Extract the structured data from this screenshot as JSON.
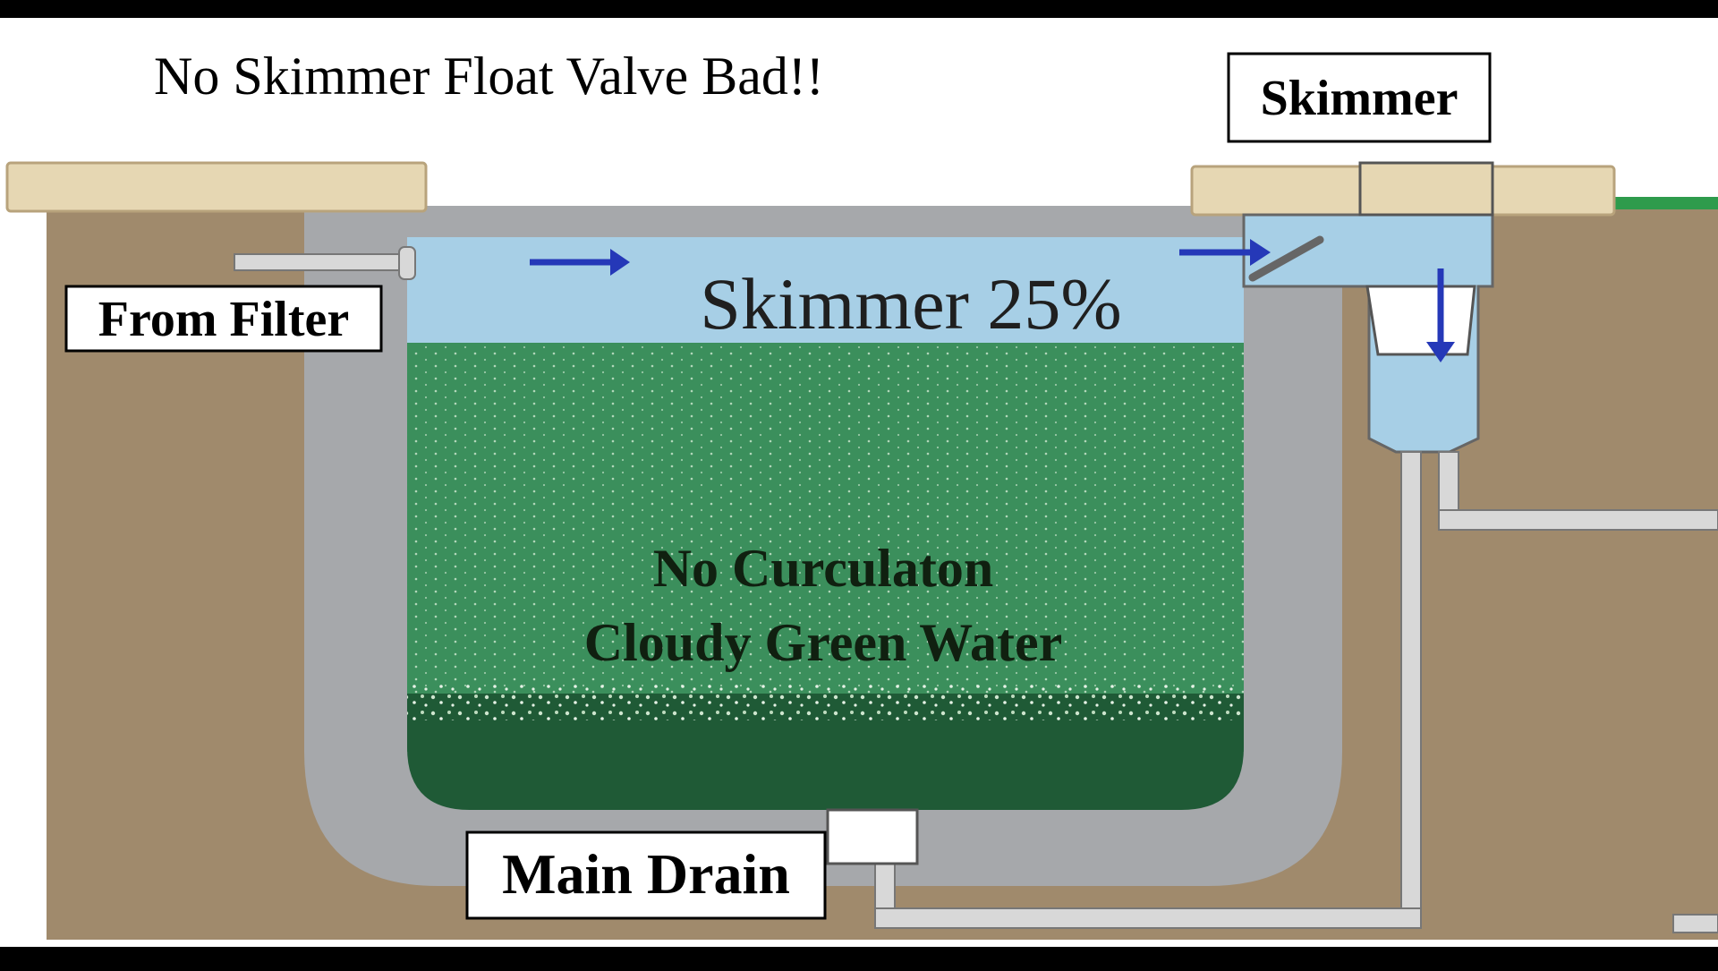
{
  "title": "No Skimmer Float Valve Bad!!",
  "labels": {
    "skimmer": "Skimmer",
    "from_filter": "From Filter",
    "main_drain": "Main Drain",
    "skimmer_percent": "Skimmer 25%",
    "water_line1": "No Curculaton",
    "water_line2": "Cloudy Green Water"
  },
  "colors": {
    "frame": "#000000",
    "sky": "#ffffff",
    "soil": "#a08a6c",
    "coping": "#e6d7b3",
    "concrete": "#a6a8ab",
    "surface_water": "#a7cfe6",
    "green_water": "#3b8f5c",
    "algae": "#1f5a36",
    "pipe": "#d8d8d8",
    "arrow": "#2538b8",
    "grass": "#2e9b4c"
  },
  "icons": {
    "flow_arrows": "arrow-right-icon",
    "skimmer_arrow": "arrow-down-icon"
  }
}
